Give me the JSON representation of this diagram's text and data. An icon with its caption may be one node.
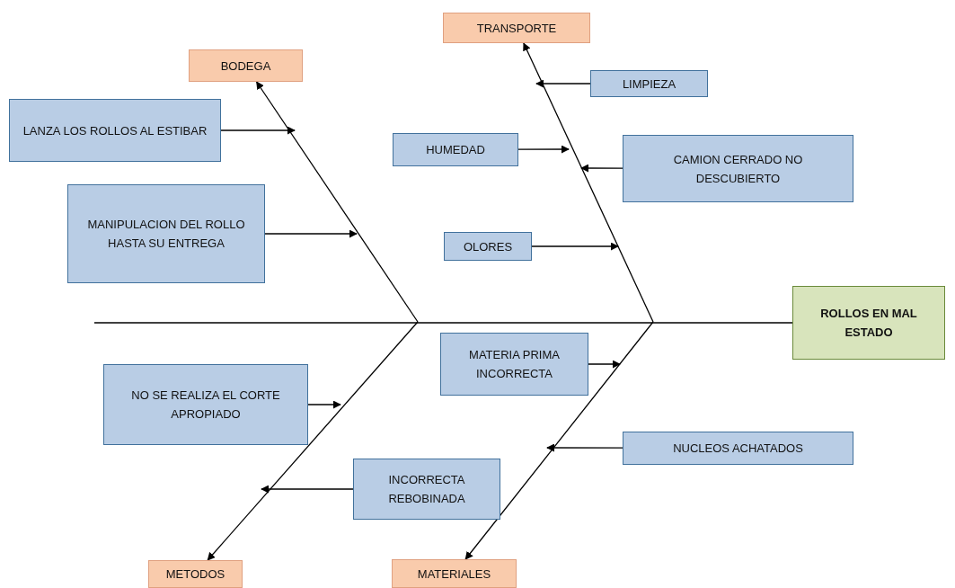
{
  "diagram": {
    "nodes": [
      {
        "text": [
          "BODEGA"
        ]
      },
      {
        "text": [
          "TRANSPORTE"
        ]
      },
      {
        "text": [
          "LIMPIEZA"
        ]
      },
      {
        "text": [
          "LANZA LOS ROLLOS AL ESTIBAR"
        ]
      },
      {
        "text": [
          "HUMEDAD"
        ]
      },
      {
        "text": [
          "CAMION CERRADO NO DESCUBIERTO"
        ]
      },
      {
        "text": [
          "MANIPULACION DEL ROLLO HASTA SU ENTREGA"
        ]
      },
      {
        "text": [
          "OLORES"
        ]
      },
      {
        "text": [
          "ROLLOS EN MAL ESTADO"
        ]
      },
      {
        "text": [
          "MATERIA PRIMA INCORRECTA"
        ]
      },
      {
        "text": [
          "NO SE REALIZA EL CORTE APROPIADO"
        ]
      },
      {
        "text": [
          "NUCLEOS ACHATADOS"
        ]
      },
      {
        "text": [
          "INCORRECTA REBOBINADA"
        ]
      },
      {
        "text": [
          "METODOS"
        ]
      },
      {
        "text": [
          "MATERIALES"
        ]
      }
    ],
    "edges": [
      {
        "from": null,
        "to": 8,
        "arrow": "none"
      },
      {
        "from": null,
        "to": 0,
        "arrow": "to"
      },
      {
        "from": null,
        "to": 1,
        "arrow": "to"
      },
      {
        "from": null,
        "to": 13,
        "arrow": "to"
      },
      {
        "from": null,
        "to": 14,
        "arrow": "to"
      },
      {
        "from": 3,
        "to": null,
        "arrow": "to"
      },
      {
        "from": 6,
        "to": null,
        "arrow": "to"
      },
      {
        "from": 2,
        "to": null,
        "arrow": "to"
      },
      {
        "from": 4,
        "to": null,
        "arrow": "to"
      },
      {
        "from": 5,
        "to": null,
        "arrow": "to"
      },
      {
        "from": 7,
        "to": null,
        "arrow": "to"
      },
      {
        "from": 9,
        "to": null,
        "arrow": "to"
      },
      {
        "from": 10,
        "to": null,
        "arrow": "to"
      },
      {
        "from": 11,
        "to": null,
        "arrow": "to"
      },
      {
        "from": 12,
        "to": null,
        "arrow": "to"
      }
    ]
  }
}
